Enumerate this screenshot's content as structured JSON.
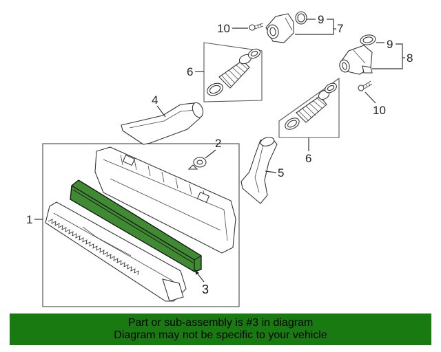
{
  "callouts": {
    "c1": "1",
    "c2": "2",
    "c3": "3",
    "c4": "4",
    "c5": "5",
    "c6a": "6",
    "c6b": "6",
    "c7": "7",
    "c8": "8",
    "c9a": "9",
    "c9b": "9",
    "c10a": "10",
    "c10b": "10"
  },
  "banner": {
    "line1": "Part or sub-assembly is #3 in diagram",
    "line2": "Diagram may not be specific to your vehicle"
  },
  "colors": {
    "highlight": "#3f8a32",
    "banner_bg": "#1a7a12"
  }
}
